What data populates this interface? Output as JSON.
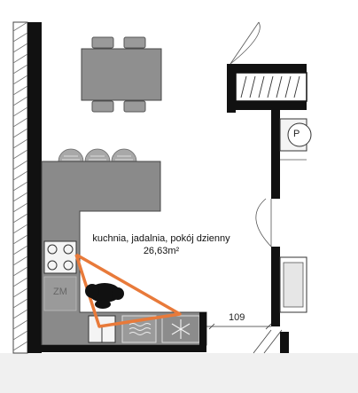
{
  "room": {
    "name": "kuchnia, jadalnia, pokój dzienny",
    "area": "26,63m²"
  },
  "dimension": "109",
  "appliance_label": "ZM",
  "marker_label": "P",
  "colors": {
    "wall": "#111111",
    "counter": "#888888",
    "table": "#8f8f8f",
    "work_triangle": "#e87a3a",
    "background": "#ffffff",
    "page": "#f0f0f0"
  }
}
